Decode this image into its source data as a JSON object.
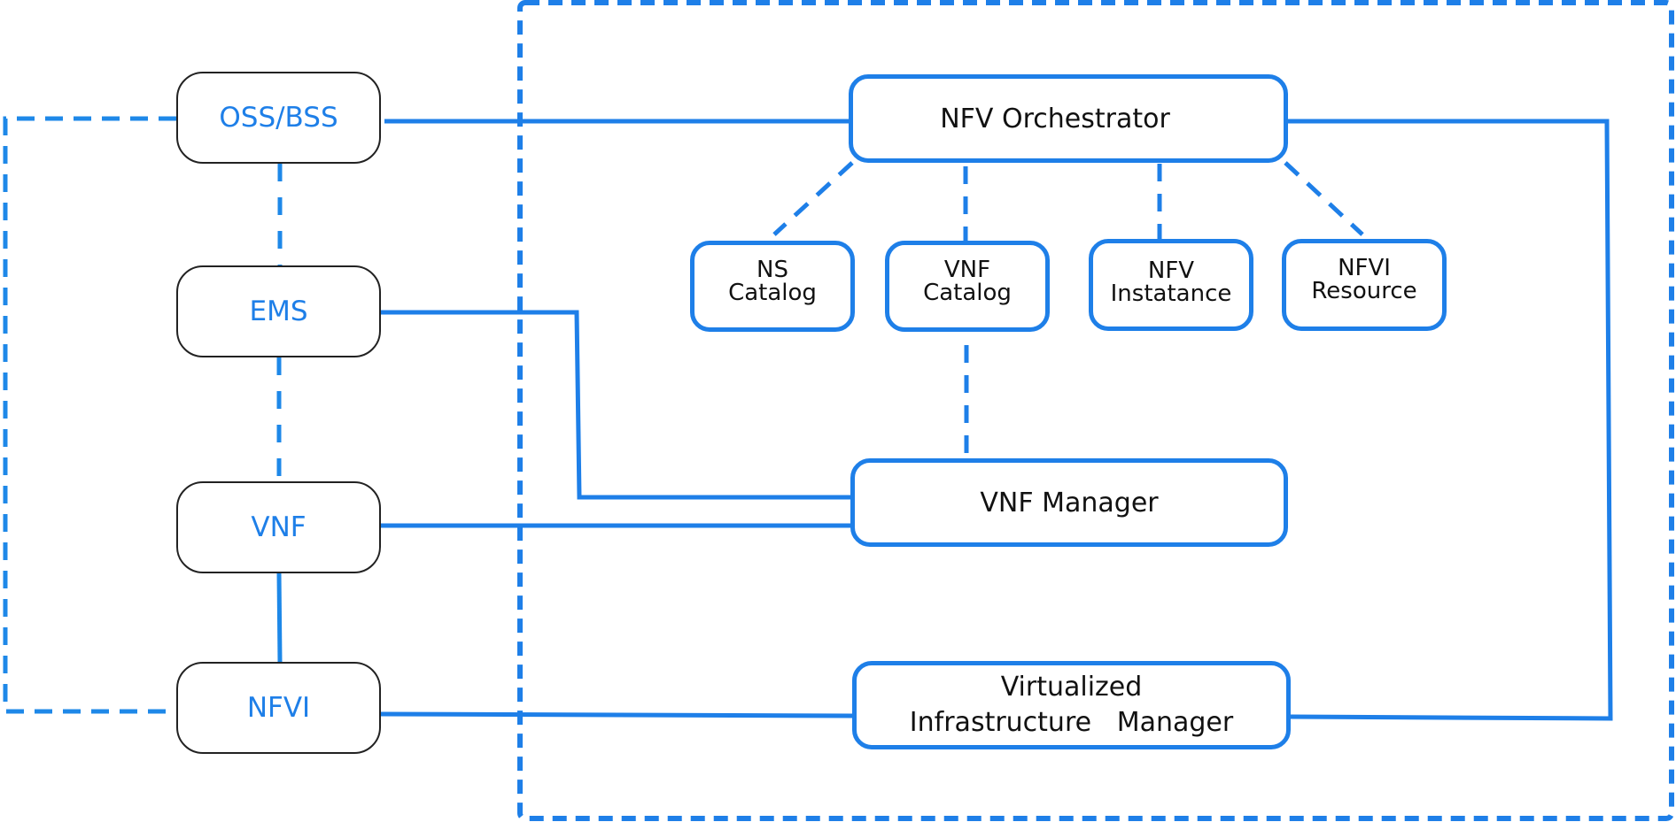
{
  "diagram": {
    "title": "NFV MANO Architecture",
    "colors": {
      "accent": "#1e7fe8",
      "left_box_border": "#222222",
      "text_dark": "#111111"
    },
    "left_nodes": [
      {
        "id": "oss-bss",
        "label": "OSS/BSS"
      },
      {
        "id": "ems",
        "label": "EMS"
      },
      {
        "id": "vnf",
        "label": "VNF"
      },
      {
        "id": "nfvi",
        "label": "NFVI"
      }
    ],
    "mano": {
      "orchestrator": "NFV Orchestrator",
      "catalogs": [
        {
          "id": "ns-catalog",
          "line1": "NS",
          "line2": "Catalog"
        },
        {
          "id": "vnf-catalog",
          "line1": "VNF",
          "line2": "Catalog"
        },
        {
          "id": "nfv-instance",
          "line1": "NFV",
          "line2": "Instatance"
        },
        {
          "id": "nfvi-resource",
          "line1": "NFVI",
          "line2": "Resource"
        }
      ],
      "vnf_manager": "VNF Manager",
      "vim": {
        "line1": "Virtualized",
        "line2": "Infrastructure   Manager"
      }
    },
    "connections": [
      {
        "from": "OSS/BSS",
        "to": "NFV Orchestrator",
        "style": "solid"
      },
      {
        "from": "OSS/BSS",
        "to": "EMS",
        "style": "dashed"
      },
      {
        "from": "EMS",
        "to": "VNF",
        "style": "dashed"
      },
      {
        "from": "VNF",
        "to": "NFVI",
        "style": "solid"
      },
      {
        "from": "OSS/BSS",
        "to": "NFVI",
        "style": "dashed"
      },
      {
        "from": "EMS",
        "to": "VNF Manager",
        "style": "solid"
      },
      {
        "from": "VNF",
        "to": "VNF Manager",
        "style": "solid"
      },
      {
        "from": "NFVI",
        "to": "Virtualized Infrastructure Manager",
        "style": "solid"
      },
      {
        "from": "NFV Orchestrator",
        "to": "Virtualized Infrastructure Manager",
        "style": "solid"
      },
      {
        "from": "NFV Orchestrator",
        "to": "NS Catalog",
        "style": "dashed"
      },
      {
        "from": "NFV Orchestrator",
        "to": "VNF Catalog",
        "style": "dashed"
      },
      {
        "from": "NFV Orchestrator",
        "to": "NFV Instatance",
        "style": "dashed"
      },
      {
        "from": "NFV Orchestrator",
        "to": "NFVI Resource",
        "style": "dashed"
      },
      {
        "from": "VNF Catalog",
        "to": "VNF Manager",
        "style": "dashed"
      }
    ]
  }
}
